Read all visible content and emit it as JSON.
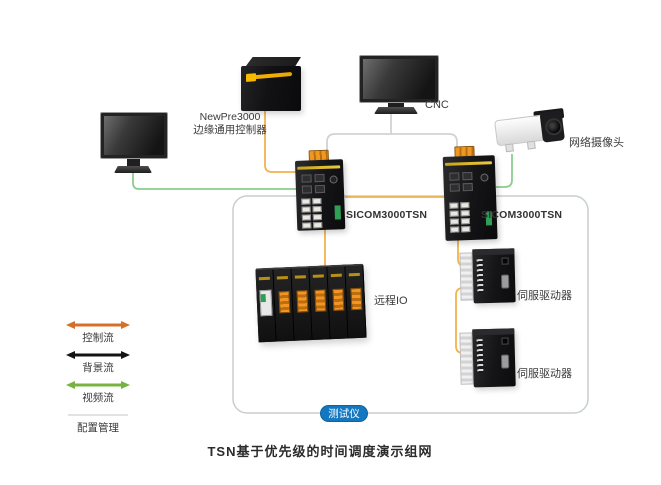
{
  "title": "TSN基于优先级的时间调度演示组网",
  "test_boundary": {
    "badge": "测试仪"
  },
  "devices": {
    "edge_controller": {
      "name": "NewPre3000",
      "desc": "边缘通用控制器"
    },
    "cnc": {
      "label": "CNC"
    },
    "camera": {
      "label": "网络摄像头"
    },
    "switch_left": {
      "label": "SICOM3000TSN"
    },
    "switch_right": {
      "label": "SICOM3000TSN"
    },
    "remote_io": {
      "label": "远程IO"
    },
    "servo_drive_1": {
      "label": "伺服驱动器"
    },
    "servo_drive_2": {
      "label": "伺服驱动器"
    }
  },
  "legend": {
    "items": [
      {
        "label": "控制流",
        "color": "#d4702a",
        "style": "double-arrow"
      },
      {
        "label": "背景流",
        "color": "#141414",
        "style": "double-arrow"
      },
      {
        "label": "视频流",
        "color": "#76b43f",
        "style": "double-arrow"
      },
      {
        "label": "配置管理",
        "color": "#d9d9d9",
        "style": "line"
      }
    ]
  },
  "colors": {
    "control_line": "#f2b24c",
    "video_line": "#8bcd8e",
    "mgmt_line": "#d0d3d5",
    "boundary": "#c8cdd0",
    "badge_blue": "#1478c1"
  },
  "connections": [
    {
      "from": "monitor",
      "to": "switch_left",
      "type": "视频流"
    },
    {
      "from": "NewPre3000",
      "to": "switch_left",
      "type": "控制流"
    },
    {
      "from": "CNC",
      "to": "switch_left",
      "type": "配置管理"
    },
    {
      "from": "CNC",
      "to": "switch_right",
      "type": "配置管理"
    },
    {
      "from": "switch_left",
      "to": "switch_right",
      "type": "控制流"
    },
    {
      "from": "网络摄像头",
      "to": "switch_right",
      "type": "视频流"
    },
    {
      "from": "switch_left",
      "to": "远程IO",
      "type": "控制流"
    },
    {
      "from": "switch_right",
      "to": "伺服驱动器1",
      "type": "控制流"
    },
    {
      "from": "伺服驱动器1",
      "to": "伺服驱动器2",
      "type": "控制流"
    }
  ]
}
